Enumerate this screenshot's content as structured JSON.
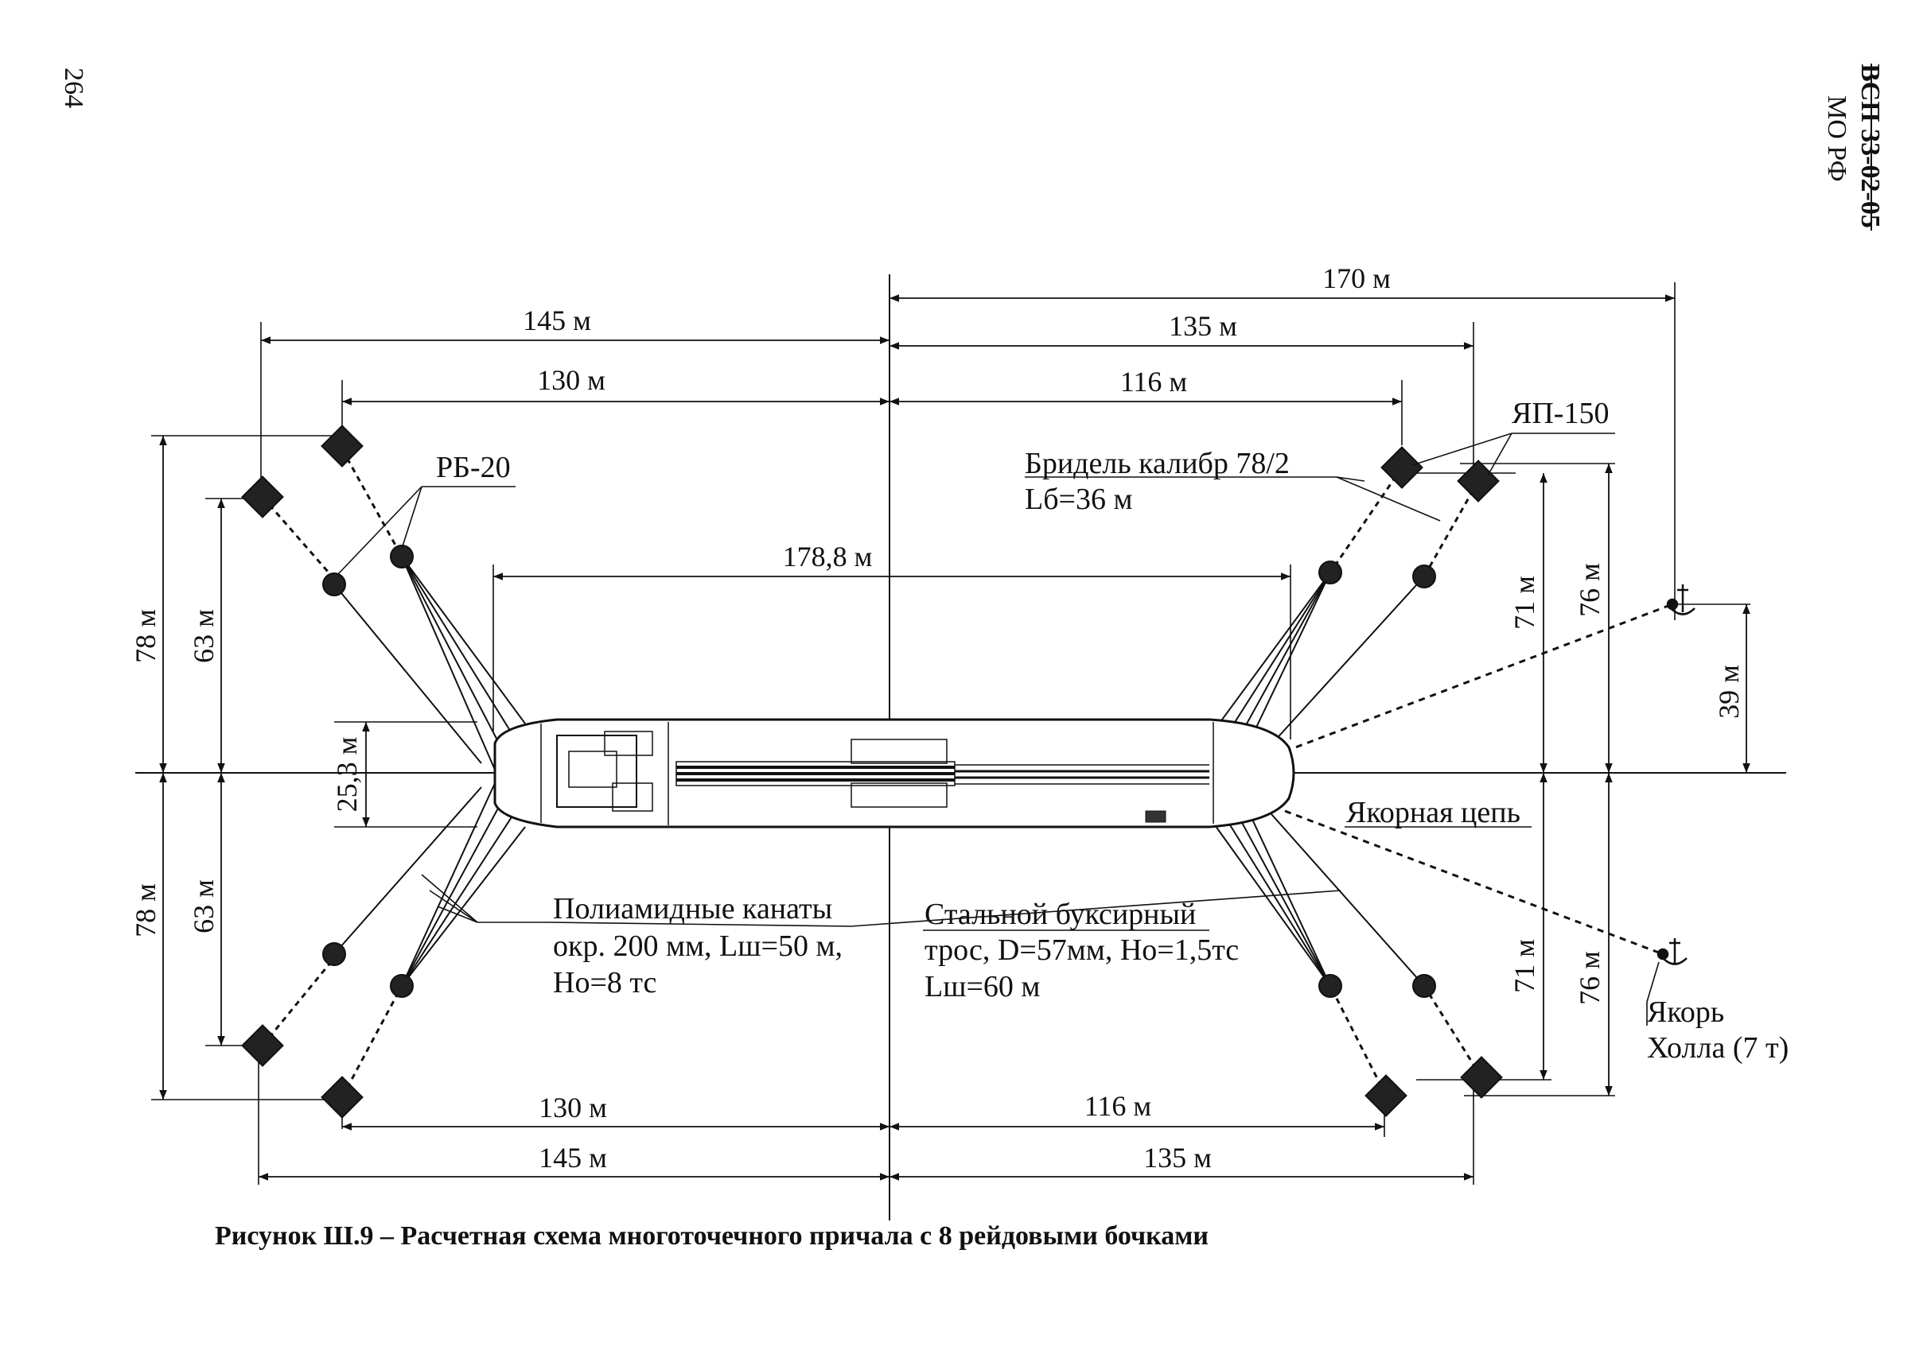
{
  "page_number": "264",
  "header": {
    "code": "ВСП 33-02-05",
    "org": "МО РФ"
  },
  "caption": "Рисунок Ш.9 – Расчетная схема многоточечного причала с 8 рейдовыми бочками",
  "dimensions": {
    "top_left_outer": "145 м",
    "top_left_inner": "130 м",
    "top_right_outer": "135 м",
    "top_right_inner": "116 м",
    "top_anchor": "170 м",
    "ship_length": "178,8 м",
    "ship_width": "25,3 м",
    "left_upper_outer": "78 м",
    "left_upper_inner": "63 м",
    "left_lower_outer": "78 м",
    "left_lower_inner": "63 м",
    "right_upper_inner": "71 м",
    "right_upper_outer": "76 м",
    "right_lower_inner": "71 м",
    "right_lower_outer": "76 м",
    "anchor_offset": "39 м",
    "bottom_left_inner": "130 м",
    "bottom_left_outer": "145 м",
    "bottom_right_inner": "116 м",
    "bottom_right_outer": "135 м"
  },
  "labels": {
    "rb": "РБ-20",
    "yp": "ЯП-150",
    "bridle_1": "Бридель калибр 78/2",
    "bridle_2": "Lб=36 м",
    "chain": "Якорная цепь",
    "poly_1": "Полиамидные канаты",
    "poly_2": "окр. 200 мм, Lш=50 м,",
    "poly_3": "Hо=8 тс",
    "steel_1": "Стальной буксирный",
    "steel_2": "трос, D=57мм, Hо=1,5тс",
    "steel_3": "Lш=60 м",
    "anchor_1": "Якорь",
    "anchor_2": "Холла (7 т)"
  }
}
